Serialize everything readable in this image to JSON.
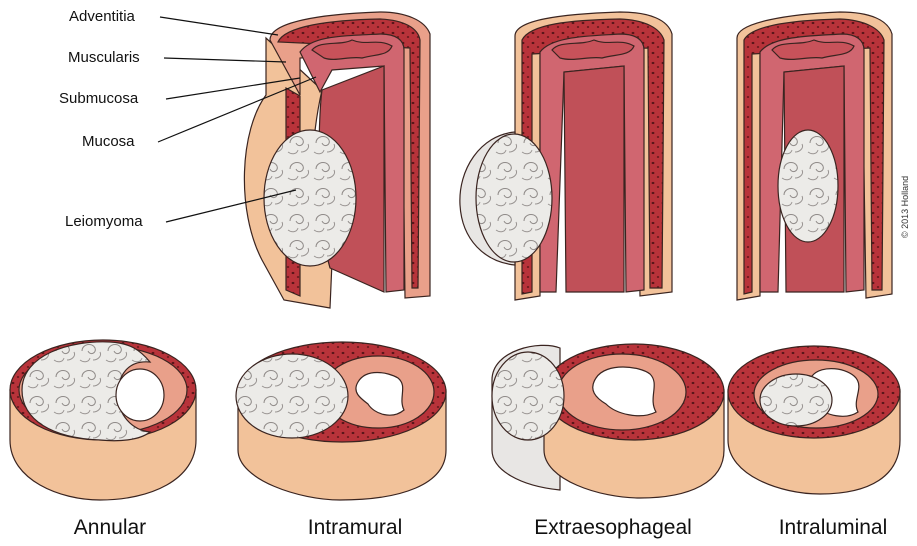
{
  "layer_labels": [
    "Adventitia",
    "Muscularis",
    "Submucosa",
    "Mucosa",
    "Leiomyoma"
  ],
  "captions": [
    "Annular",
    "Intramural",
    "Extraesophageal",
    "Intraluminal"
  ],
  "credit": "© 2013 Holland",
  "colors": {
    "adventitia": "#f2c29a",
    "muscularis": "#b8333a",
    "submucosa": "#e9a08a",
    "mucosa": "#c8525a",
    "lumen": "#c05058",
    "tumor": "#ecebe8",
    "outline": "#3a2420"
  }
}
